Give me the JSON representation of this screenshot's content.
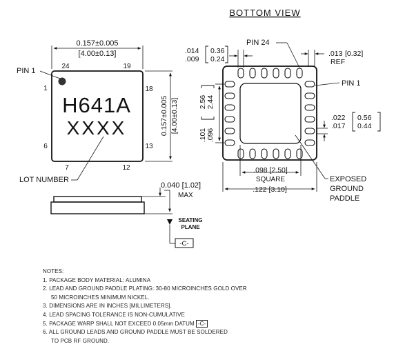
{
  "top_view": {
    "width_label_in": "0.157±0.005",
    "width_label_mm": "[4.00±0.13]",
    "height_label_in": "0.157±0.005",
    "height_label_mm": "[4.00±0.13]",
    "pin1_label": "PIN 1",
    "marking_line1": "H641A",
    "marking_line2": "XXXX",
    "lot_number_label": "LOT NUMBER",
    "pin_numbers": {
      "p24": "24",
      "p19": "19",
      "p1": "1",
      "p18": "18",
      "p6": "6",
      "p13": "13",
      "p7": "7",
      "p12": "12"
    }
  },
  "side_view": {
    "max_height_value": "0.040 [1.02]",
    "max_label": "MAX",
    "seating_plane_line1": "SEATING",
    "seating_plane_line2": "PLANE",
    "datum": "-C-"
  },
  "bottom_view": {
    "title": "BOTTOM VIEW",
    "pin24_label": "PIN 24",
    "pin1_label": "PIN 1",
    "lead_width_in_top": ".014",
    "lead_width_in_bottom": ".009",
    "lead_width_mm_top": "0.36",
    "lead_width_mm_bottom": "0.24",
    "ref_dim_in": ".013",
    "ref_dim_mm": "[0.32]",
    "ref_label": "REF",
    "pitch_mm_top": "2.56",
    "pitch_mm_bottom": "2.44",
    "pitch_in_top": ".101",
    "pitch_in_bottom": ".096",
    "lead_len_in_top": ".022",
    "lead_len_in_bottom": ".017",
    "lead_len_mm_top": "0.56",
    "lead_len_mm_bottom": "0.44",
    "paddle_size": ".098 [2.50]",
    "paddle_square_label": "SQUARE",
    "overall_dim": ".122 [3.10]",
    "exposed_line1": "EXPOSED",
    "exposed_line2": "GROUND",
    "exposed_line3": "PADDLE"
  },
  "notes": {
    "heading": "NOTES:",
    "items": [
      "1.  PACKAGE BODY MATERIAL: ALUMINA",
      "2.  LEAD AND GROUND PADDLE PLATING: 30-80 MICROINCHES GOLD OVER",
      "50 MICROINCHES MINIMUM NICKEL.",
      "3.  DIMENSIONS ARE IN INCHES [MILLIMETERS].",
      "4.  LEAD SPACING TOLERANCE IS NON-CUMULATIVE",
      "5.  PACKAGE WARP SHALL NOT EXCEED 0.05mm DATUM",
      "6.  ALL GROUND LEADS AND GROUND PADDLE MUST BE SOLDERED",
      "TO PCB RF GROUND."
    ],
    "datum_ref": "-C-"
  }
}
